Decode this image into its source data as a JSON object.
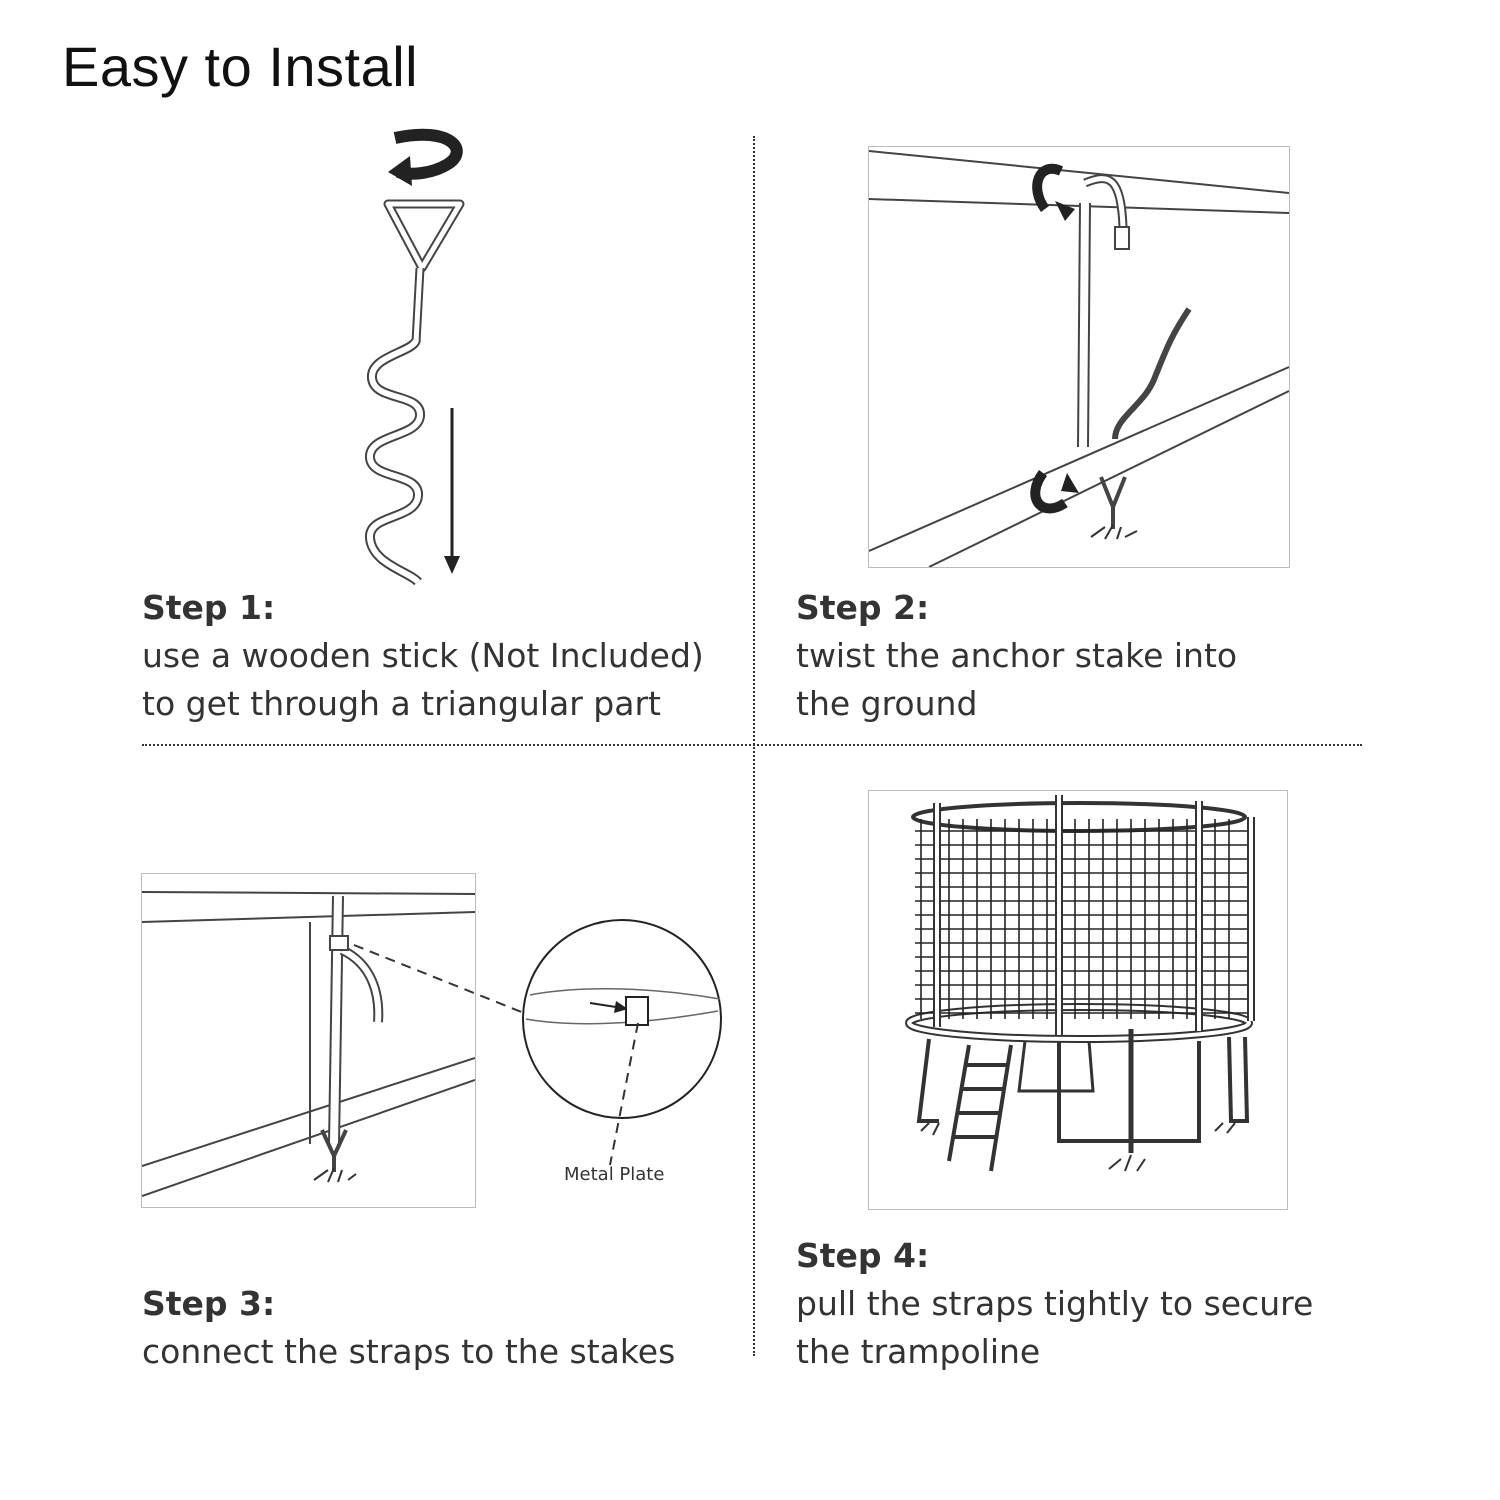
{
  "title": "Easy to Install",
  "steps": [
    {
      "heading": "Step 1:",
      "lines": [
        "use a wooden stick (Not Included)",
        "to get through a triangular part"
      ]
    },
    {
      "heading": "Step 2:",
      "lines": [
        "twist the anchor stake into",
        "the ground"
      ]
    },
    {
      "heading": "Step 3:",
      "lines": [
        "connect the straps to the stakes"
      ]
    },
    {
      "heading": "Step 4:",
      "lines": [
        "pull the straps tightly to secure",
        "the trampoline"
      ]
    }
  ],
  "callout": {
    "metal_plate": "Metal Plate"
  }
}
